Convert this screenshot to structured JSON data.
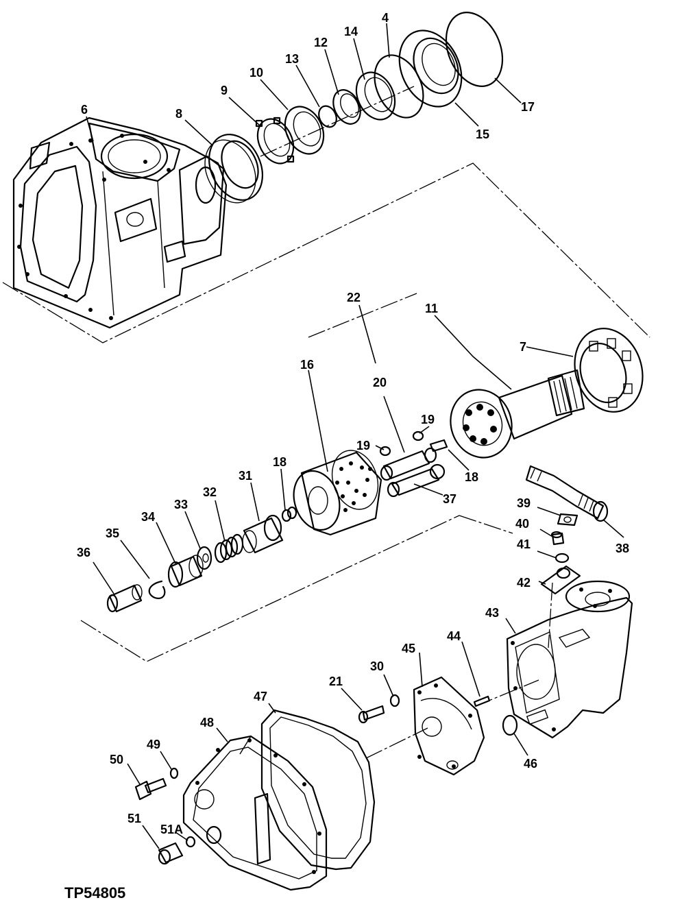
{
  "figure": {
    "reference": "TP54805",
    "callouts": [
      "4",
      "6",
      "7",
      "8",
      "9",
      "10",
      "11",
      "12",
      "13",
      "14",
      "15",
      "16",
      "17",
      "18",
      "18",
      "19",
      "19",
      "20",
      "21",
      "22",
      "30",
      "31",
      "32",
      "33",
      "34",
      "35",
      "36",
      "37",
      "38",
      "39",
      "40",
      "41",
      "42",
      "43",
      "44",
      "45",
      "46",
      "47",
      "48",
      "49",
      "50",
      "51",
      "51A"
    ]
  }
}
